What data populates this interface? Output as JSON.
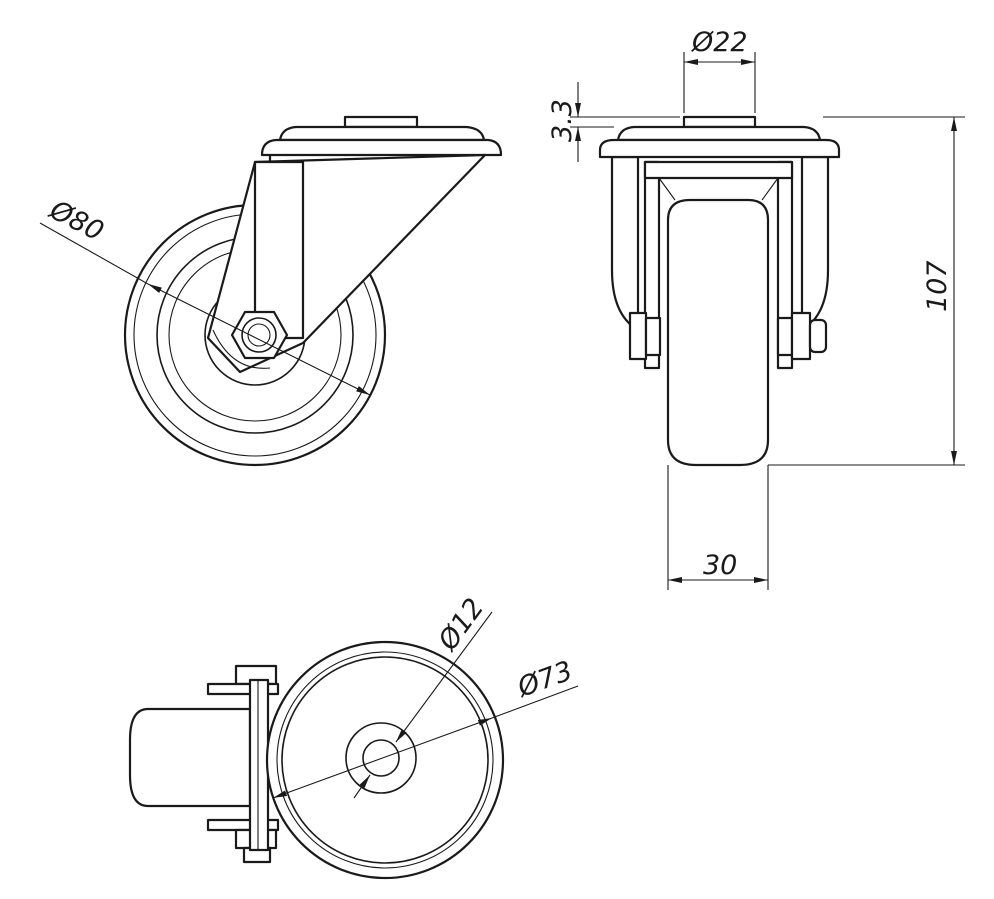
{
  "dimensions": {
    "wheel_diameter": "Ø80",
    "plate_spigot_diameter": "Ø22",
    "plate_thickness": "3.3",
    "overall_height": "107",
    "wheel_width": "30",
    "bore_diameter": "Ø12",
    "hub_diameter": "Ø73"
  }
}
